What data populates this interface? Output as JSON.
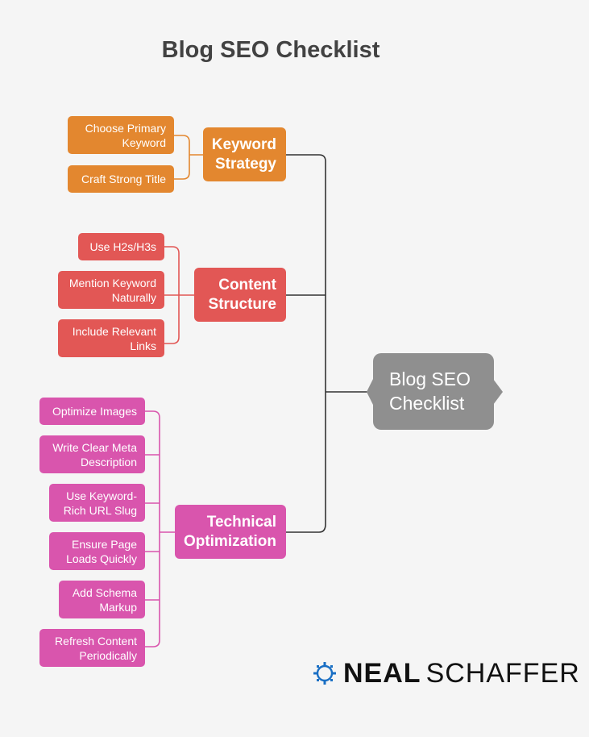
{
  "title": "Blog SEO Checklist",
  "root": {
    "line1": "Blog SEO",
    "line2": "Checklist",
    "color": "#8f8f8f"
  },
  "branches": [
    {
      "line1": "Keyword",
      "line2": "Strategy",
      "color": "#e3872f",
      "items": [
        {
          "line1": "Choose Primary",
          "line2": "Keyword"
        },
        {
          "line1": "Craft Strong Title",
          "line2": ""
        }
      ]
    },
    {
      "line1": "Content",
      "line2": "Structure",
      "color": "#e25755",
      "items": [
        {
          "line1": "Use H2s/H3s",
          "line2": ""
        },
        {
          "line1": "Mention Keyword",
          "line2": "Naturally"
        },
        {
          "line1": "Include Relevant",
          "line2": "Links"
        }
      ]
    },
    {
      "line1": "Technical",
      "line2": "Optimization",
      "color": "#d955ad",
      "items": [
        {
          "line1": "Optimize Images",
          "line2": ""
        },
        {
          "line1": "Write Clear Meta",
          "line2": "Description"
        },
        {
          "line1": "Use Keyword-",
          "line2": "Rich URL Slug"
        },
        {
          "line1": "Ensure Page",
          "line2": "Loads Quickly"
        },
        {
          "line1": "Add Schema",
          "line2": "Markup"
        },
        {
          "line1": "Refresh Content",
          "line2": "Periodically"
        }
      ]
    }
  ],
  "logo": {
    "first": "NEAL",
    "last": "SCHAFFER",
    "icon": "circuit-chip-icon",
    "color": "#1a6fc4"
  }
}
